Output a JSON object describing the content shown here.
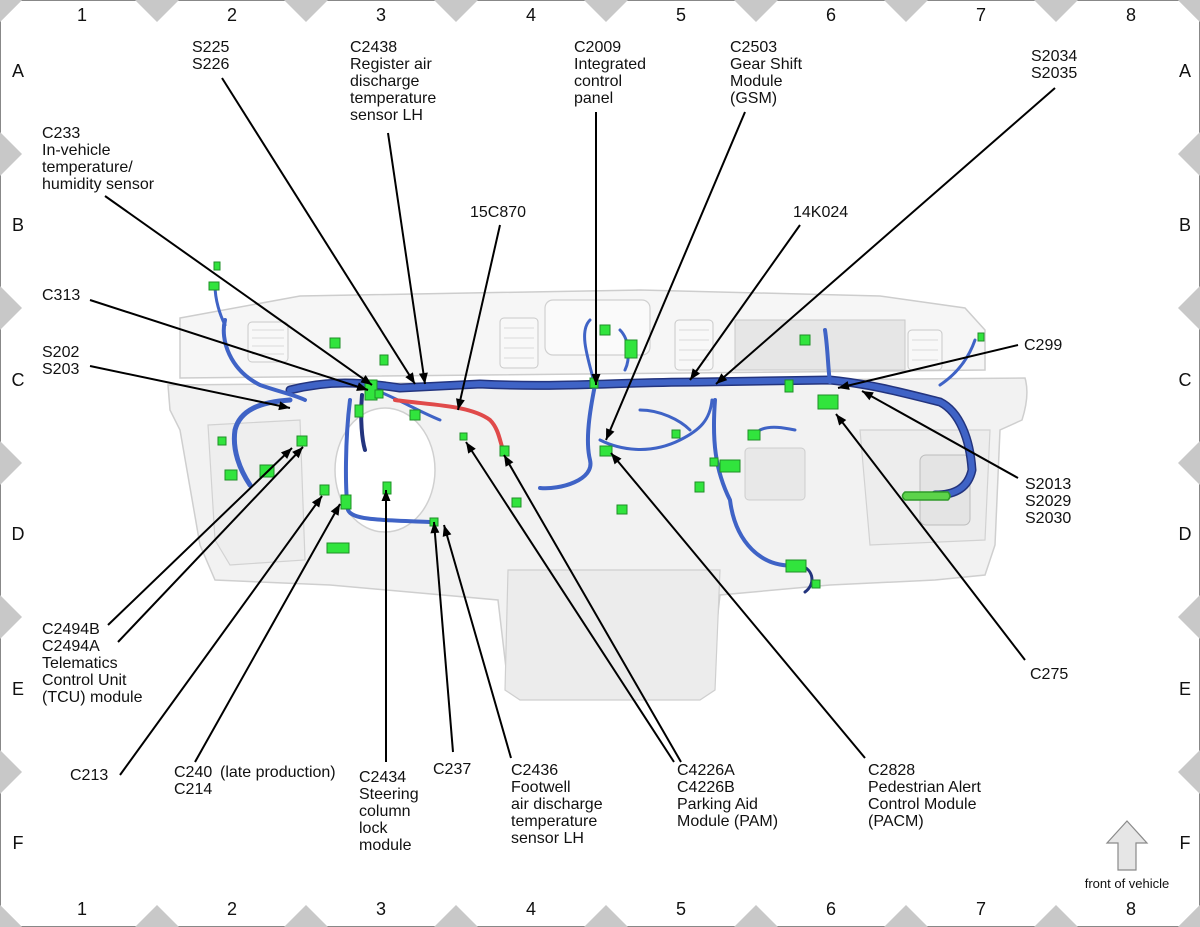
{
  "grid": {
    "columns": [
      "1",
      "2",
      "3",
      "4",
      "5",
      "6",
      "7",
      "8"
    ],
    "rows": [
      "A",
      "B",
      "C",
      "D",
      "E",
      "F"
    ]
  },
  "colors": {
    "harness": "#3f63c6",
    "harness_dark": "#23347e",
    "connector": "#31e43d",
    "red_wire": "#e04a4a",
    "panel": "#f4f4f4",
    "panel_edge": "#cfcfcf",
    "frame_marker": "#c8c8c8"
  },
  "callouts": [
    {
      "id": "s225",
      "lines": [
        "S225",
        "S226"
      ]
    },
    {
      "id": "c2438",
      "lines": [
        "C2438",
        "Register air",
        "discharge",
        "temperature",
        "sensor LH"
      ]
    },
    {
      "id": "c2009",
      "lines": [
        "C2009",
        "Integrated",
        "control",
        "panel"
      ]
    },
    {
      "id": "c2503",
      "lines": [
        "C2503",
        "Gear Shift",
        "Module",
        "(GSM)"
      ]
    },
    {
      "id": "s2034",
      "lines": [
        "S2034",
        "S2035"
      ]
    },
    {
      "id": "c233",
      "lines": [
        "C233",
        "In-vehicle",
        "temperature/",
        "humidity sensor"
      ]
    },
    {
      "id": "15c870",
      "lines": [
        "15C870"
      ]
    },
    {
      "id": "14k024",
      "lines": [
        "14K024"
      ]
    },
    {
      "id": "c313",
      "lines": [
        "C313"
      ]
    },
    {
      "id": "s202",
      "lines": [
        "S202",
        "S203"
      ]
    },
    {
      "id": "c299",
      "lines": [
        "C299"
      ]
    },
    {
      "id": "s2013",
      "lines": [
        "S2013",
        "S2029",
        "S2030"
      ]
    },
    {
      "id": "c2494",
      "lines": [
        "C2494B",
        "C2494A",
        "Telematics",
        "Control Unit",
        "(TCU) module"
      ]
    },
    {
      "id": "c275",
      "lines": [
        "C275"
      ]
    },
    {
      "id": "c213",
      "lines": [
        "C213"
      ]
    },
    {
      "id": "c240",
      "lines": [
        "C240",
        "C214"
      ],
      "note": "(late production)"
    },
    {
      "id": "c2434",
      "lines": [
        "C2434",
        "Steering",
        "column",
        "lock",
        "module"
      ]
    },
    {
      "id": "c237",
      "lines": [
        "C237"
      ]
    },
    {
      "id": "c2436",
      "lines": [
        "C2436",
        "Footwell",
        "air discharge",
        "temperature",
        "sensor LH"
      ]
    },
    {
      "id": "c4226",
      "lines": [
        "C4226A",
        "C4226B",
        "Parking Aid",
        "Module (PAM)"
      ]
    },
    {
      "id": "c2828",
      "lines": [
        "C2828",
        "Pedestrian Alert",
        "Control Module",
        "(PACM)"
      ]
    }
  ],
  "front_label": "front of vehicle"
}
